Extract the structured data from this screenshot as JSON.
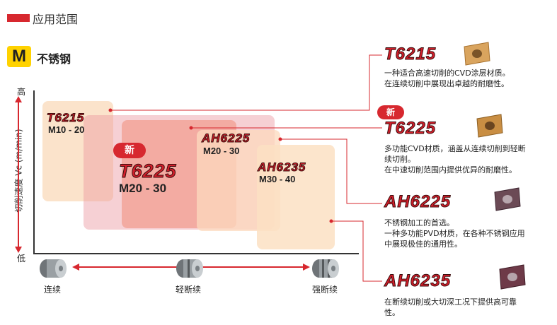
{
  "section": {
    "title": "应用范围"
  },
  "material": {
    "badge": "M",
    "label": "不锈钢"
  },
  "chart": {
    "y_high": "高",
    "y_low": "低",
    "y_label": "切削速度 Vc (m/min)",
    "x_labels": [
      "连续",
      "轻断续",
      "强断续"
    ],
    "zones": [
      {
        "name": "T6215",
        "range": "M10 - 20",
        "new": false
      },
      {
        "name": "T6225",
        "range": "M20 - 30",
        "new": true,
        "new_label": "新"
      },
      {
        "name": "AH6225",
        "range": "M20 - 30",
        "new": false
      },
      {
        "name": "AH6235",
        "range": "M30 - 40",
        "new": false
      }
    ]
  },
  "grades": [
    {
      "name": "T6215",
      "new": false,
      "desc": [
        "一种适合高速切削的CVD涂层材质。",
        "在连续切削中展现出卓越的耐磨性。"
      ],
      "color": "#d9a45e"
    },
    {
      "name": "T6225",
      "new": true,
      "new_label": "新",
      "desc": [
        "多功能CVD材质，涵盖从连续切削到轻断",
        "续切削。",
        "在中速切削范围内提供优异的耐磨性。"
      ],
      "color": "#c98e43"
    },
    {
      "name": "AH6225",
      "new": false,
      "desc": [
        "不锈钢加工的首选。",
        "一种多功能PVD材质，在各种不锈钢应用",
        "中展现极佳的通用性。"
      ],
      "color": "#6b4a55"
    },
    {
      "name": "AH6235",
      "new": false,
      "desc": [
        "在断续切削或大切深工况下提供高可靠",
        "性。"
      ],
      "color": "#6e3a48"
    }
  ]
}
